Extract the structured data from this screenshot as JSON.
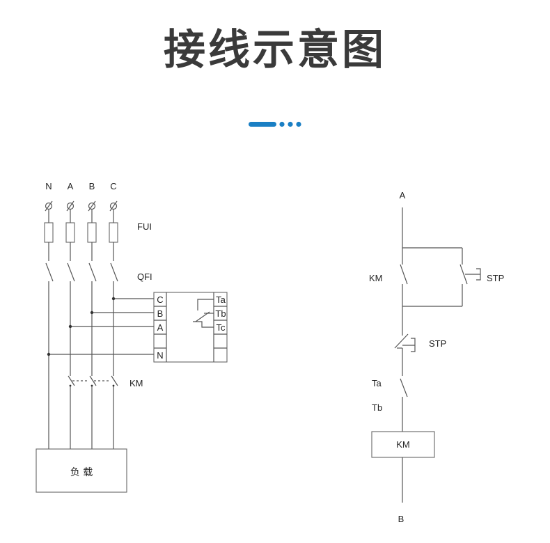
{
  "title": "接线示意图",
  "accent_color": "#1a7fc4",
  "left_diagram": {
    "phase_labels": [
      "N",
      "A",
      "B",
      "C"
    ],
    "fuse_label": "FUI",
    "breaker_label": "QFI",
    "relay_input_terminals": [
      "C",
      "B",
      "A",
      "N"
    ],
    "relay_output_terminals": [
      "Ta",
      "Tb",
      "Tc"
    ],
    "contactor_label": "KM",
    "load_label": "负 载"
  },
  "right_diagram": {
    "top_label": "A",
    "km_label": "KM",
    "stp_label_top": "STP",
    "stp_label_mid": "STP",
    "ta_label": "Ta",
    "tb_label": "Tb",
    "coil_label": "KM",
    "bottom_label": "B"
  }
}
